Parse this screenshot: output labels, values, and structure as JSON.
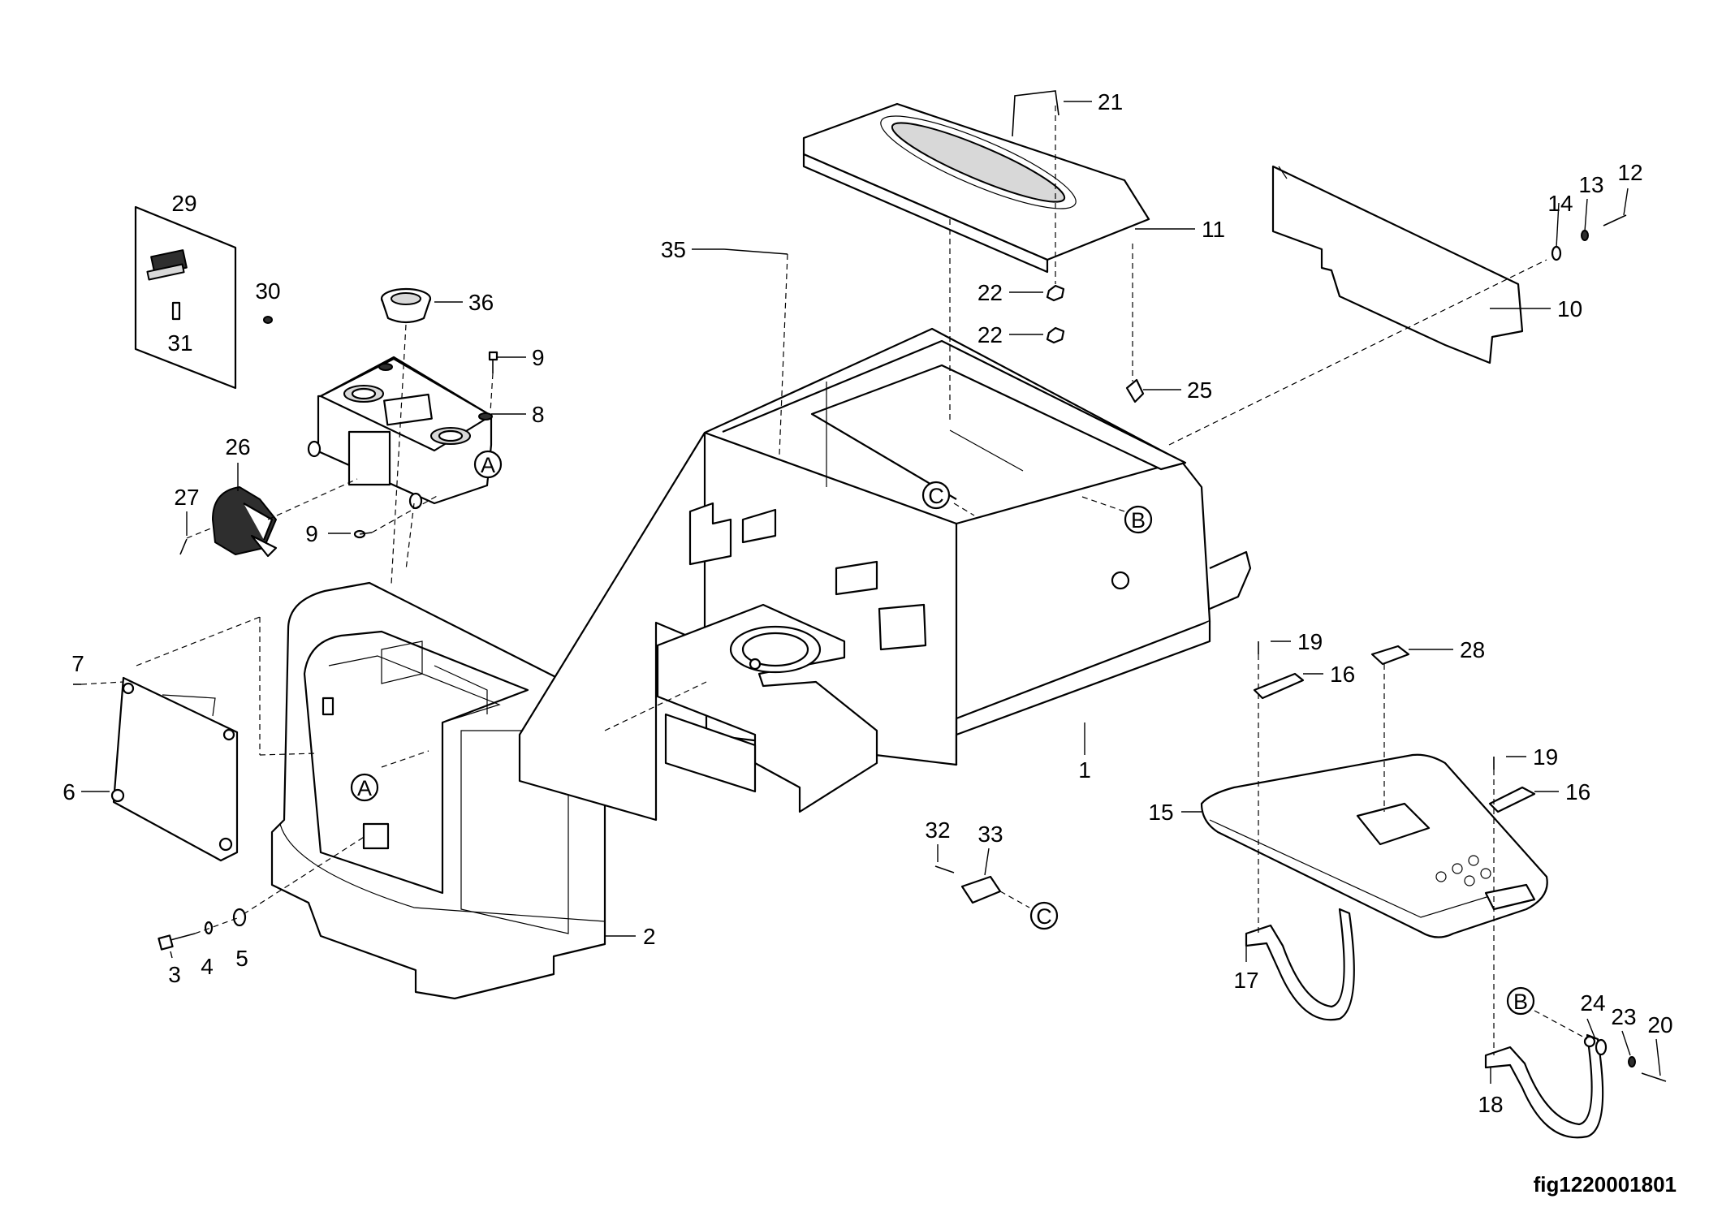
{
  "figure_id": "fig1220001801",
  "callouts": {
    "c1": "1",
    "c2": "2",
    "c3": "3",
    "c4": "4",
    "c5": "5",
    "c6": "6",
    "c7": "7",
    "c8": "8",
    "c9a": "9",
    "c9b": "9",
    "c10": "10",
    "c11": "11",
    "c12": "12",
    "c13": "13",
    "c14": "14",
    "c15": "15",
    "c16a": "16",
    "c16b": "16",
    "c17": "17",
    "c18": "18",
    "c19a": "19",
    "c19b": "19",
    "c20": "20",
    "c21": "21",
    "c22a": "22",
    "c22b": "22",
    "c23": "23",
    "c24": "24",
    "c25": "25",
    "c26": "26",
    "c27": "27",
    "c28": "28",
    "c29": "29",
    "c30": "30",
    "c31": "31",
    "c32": "32",
    "c33": "33",
    "c35": "35",
    "c36": "36"
  },
  "refs": {
    "a1": "A",
    "a2": "A",
    "b1": "B",
    "b2": "B",
    "cc1": "C",
    "cc2": "C"
  }
}
